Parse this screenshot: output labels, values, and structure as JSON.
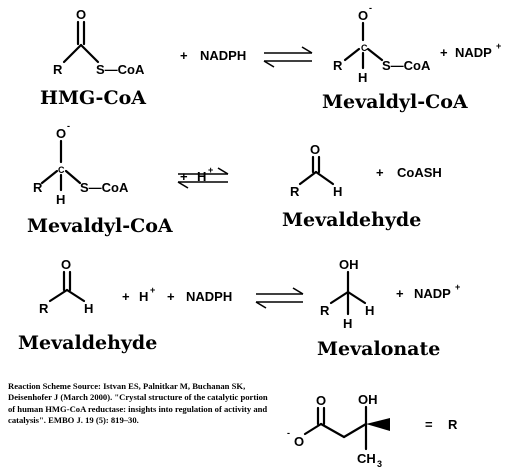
{
  "reaction1": {
    "reactant": {
      "r": "R",
      "o": "O",
      "scoa": "S—CoA",
      "name": "HMG-CoA"
    },
    "plus1": "+",
    "reagent": "NADPH",
    "product": {
      "o": "O",
      "charge": "-",
      "c": "C",
      "r": "R",
      "h": "H",
      "scoa": "S—CoA",
      "name": "Mevaldyl-CoA"
    },
    "plus2": "+",
    "byproduct": "NADP",
    "byproduct_charge": "+"
  },
  "reaction2": {
    "reactant": {
      "o": "O",
      "charge": "-",
      "c": "C",
      "r": "R",
      "h": "H",
      "scoa": "S—CoA",
      "name": "Mevaldyl-CoA"
    },
    "plus1": "+",
    "reagent": "H",
    "reagent_charge": "+",
    "product": {
      "o": "O",
      "r": "R",
      "h": "H",
      "name": "Mevaldehyde"
    },
    "plus2": "+",
    "byproduct": "CoASH"
  },
  "reaction3": {
    "reactant": {
      "o": "O",
      "r": "R",
      "h": "H",
      "name": "Mevaldehyde"
    },
    "plus1": "+",
    "reagent1": "H",
    "reagent1_charge": "+",
    "plus2": "+",
    "reagent2": "NADPH",
    "product": {
      "oh": "OH",
      "r": "R",
      "h1": "H",
      "h2": "H",
      "name": "Mevalonate"
    },
    "plus3": "+",
    "byproduct": "NADP",
    "byproduct_charge": "+"
  },
  "r_group": {
    "o_carbonyl": "O",
    "o_minus": "O",
    "minus": "-",
    "oh": "OH",
    "ch3": "CH",
    "ch3_sub": "3",
    "equals": "=",
    "r": "R"
  },
  "source_text": "Reaction Scheme Source: Istvan ES, Palnitkar M, Buchanan SK, Deisenhofer J (March 2000). \"Crystal structure of the catalytic portion of human HMG-CoA reductase: insights into regulation of activity and catalysis\". EMBO J. 19 (5): 819–30."
}
